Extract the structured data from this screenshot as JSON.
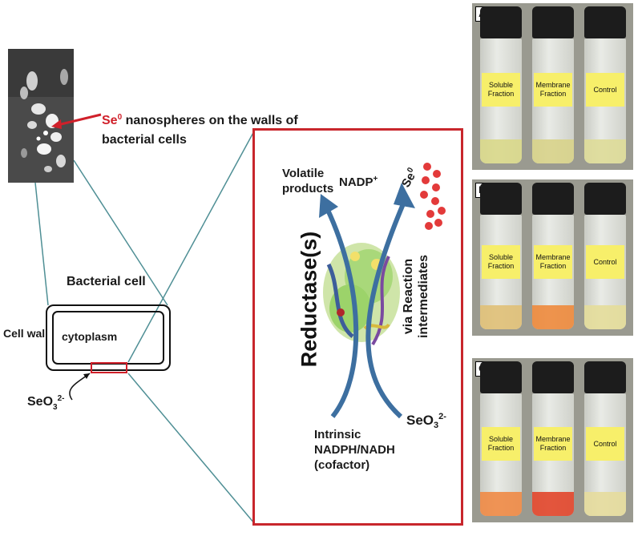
{
  "callout": {
    "se_symbol": "Se",
    "se_superscript": "0",
    "text_line1": " nanospheres on the walls of",
    "text_line2": "bacterial cells"
  },
  "cell": {
    "title": "Bacterial cell",
    "wall_label": "Cell wall",
    "cytoplasm_label": "cytoplasm",
    "selenite": "SeO",
    "selenite_sub": "3",
    "selenite_sup": "2-"
  },
  "zoom": {
    "volatile_line1": "Volatile",
    "volatile_line2": "products",
    "nadp": "NADP",
    "nadp_sup": "+",
    "se": "Se",
    "se_sup": "0",
    "reductase": "Reductase(s)",
    "via_line1": "via Reaction",
    "via_line2": "intermediates",
    "intrinsic_line1": "Intrinsic",
    "intrinsic_line2": "NADPH/NADH",
    "intrinsic_line3": "(cofactor)",
    "selenite": "SeO",
    "selenite_sub": "3",
    "selenite_sup": "2-"
  },
  "panels": [
    {
      "letter": "A",
      "labels": [
        "Soluble Fraction",
        "Membrane Fraction",
        "Control"
      ],
      "liquid_colors": [
        "#d9d88a",
        "#d8d38a",
        "#dedc98"
      ]
    },
    {
      "letter": "B",
      "labels": [
        "Soluble Fraction",
        "Membrane Fraction",
        "Control"
      ],
      "liquid_colors": [
        "#e0c077",
        "#ee8a3c",
        "#e4dd9a"
      ]
    },
    {
      "letter": "C",
      "labels": [
        "Soluble Fraction",
        "Membrane Fraction",
        "Control"
      ],
      "liquid_colors": [
        "#ef8a45",
        "#e2452a",
        "#e6dc9c"
      ]
    }
  ],
  "colors": {
    "accent_red": "#d0202a",
    "box_red": "#c8262c",
    "arrow_blue": "#3d6fa0",
    "guide_teal": "#4f8f95"
  }
}
